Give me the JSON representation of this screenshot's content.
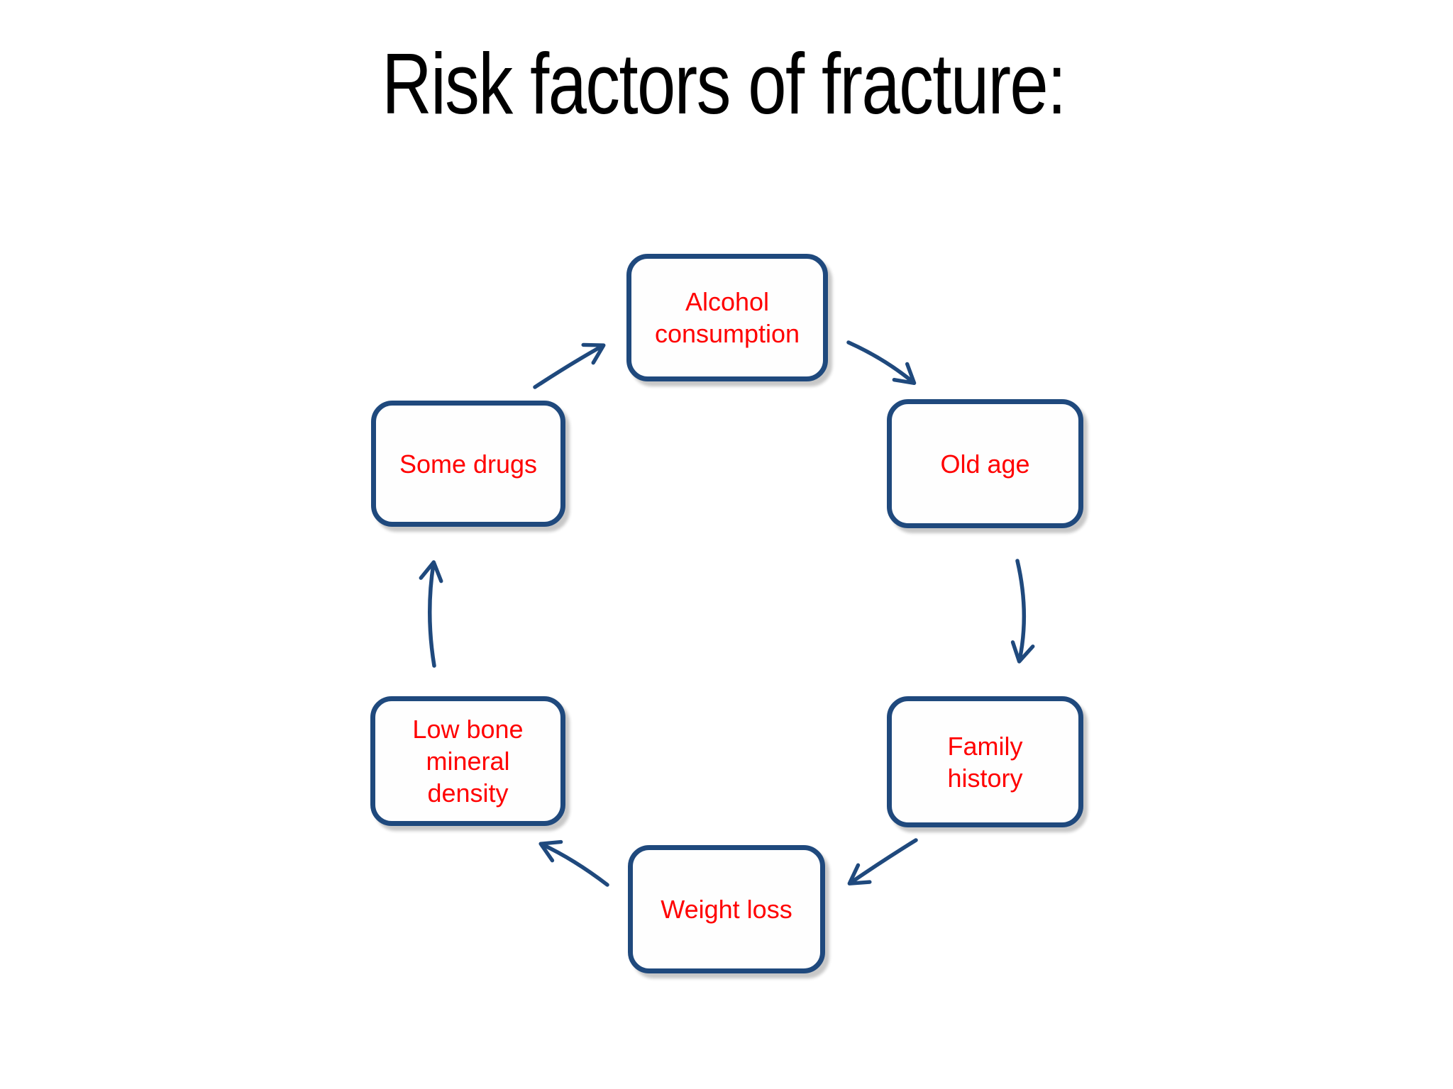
{
  "slide": {
    "title": "Risk factors of fracture:"
  },
  "colors": {
    "background": "#FFFFFF",
    "title_text": "#000000",
    "box_border": "#1F497D",
    "box_fill": "#FEFEFE",
    "label_text": "#FF0000",
    "arrow": "#1F497D"
  },
  "diagram": {
    "type": "cycle",
    "nodes": [
      {
        "id": "alcohol",
        "label": "Alcohol consumption"
      },
      {
        "id": "old-age",
        "label": "Old age"
      },
      {
        "id": "family-history",
        "label": "Family history"
      },
      {
        "id": "weight-loss",
        "label": "Weight loss"
      },
      {
        "id": "low-bmd",
        "label": "Low bone mineral density"
      },
      {
        "id": "some-drugs",
        "label": "Some drugs"
      }
    ],
    "edges": [
      {
        "from": "Some drugs",
        "to": "Alcohol consumption"
      },
      {
        "from": "Alcohol consumption",
        "to": "Old age"
      },
      {
        "from": "Old age",
        "to": "Family history"
      },
      {
        "from": "Family history",
        "to": "Weight loss"
      },
      {
        "from": "Weight loss",
        "to": "Low bone mineral density"
      },
      {
        "from": "Low bone mineral density",
        "to": "Some drugs"
      }
    ]
  }
}
